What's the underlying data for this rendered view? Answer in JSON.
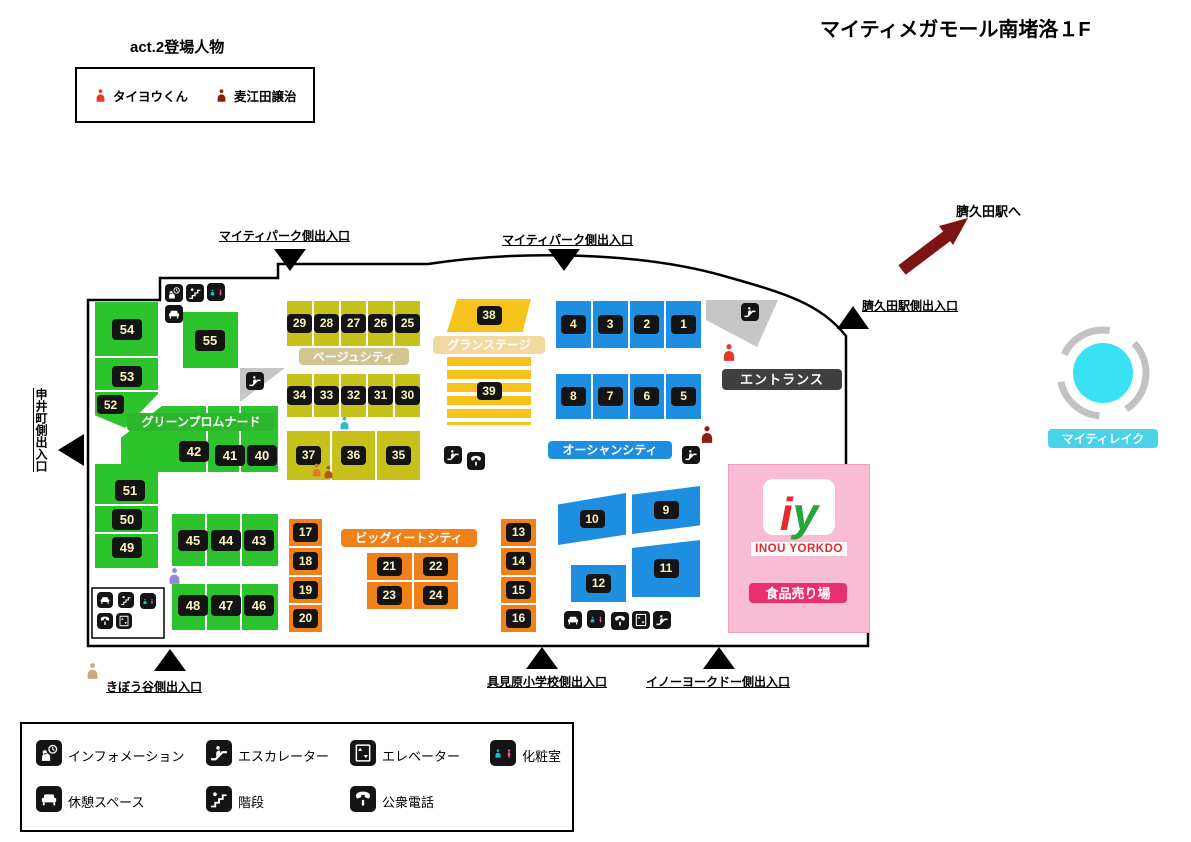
{
  "title": "マイティメガモール南堵洛１F",
  "cast": {
    "title": "act.2登場人物",
    "members": [
      {
        "name": "タイヨウくん",
        "color": "#e23a2c"
      },
      {
        "name": "麦江田譲治",
        "color": "#8e1c15"
      }
    ]
  },
  "exits": {
    "park1": "マイティパーク側出入口",
    "park2": "マイティパーク側出入口",
    "station_to": "臍久田駅へ",
    "station_side": "臍久田駅側出入口",
    "sarui": "申井町側出入口",
    "kibou": "きぼう谷側出入口",
    "gumi": "具見原小学校側出入口",
    "inou": "イノーヨークドー側出入口"
  },
  "zones": {
    "green_promenade": "グリーンプロムナード",
    "beige_city": "ベージュシティ",
    "grand_stage": "グランステージ",
    "ocean_city": "オーシャンシティ",
    "big_eat_city": "ビッグイートシティ",
    "entrance": "エントランス",
    "lake": "マイティレイク"
  },
  "yorkdo": {
    "logo_i": "i",
    "logo_y": "y",
    "name": "INOU YORKDO",
    "food_label": "食品売り場"
  },
  "units": {
    "u1": "1",
    "u2": "2",
    "u3": "3",
    "u4": "4",
    "u5": "5",
    "u6": "6",
    "u7": "7",
    "u8": "8",
    "u9": "9",
    "u10": "10",
    "u11": "11",
    "u12": "12",
    "u13": "13",
    "u14": "14",
    "u15": "15",
    "u16": "16",
    "u17": "17",
    "u18": "18",
    "u19": "19",
    "u20": "20",
    "u21": "21",
    "u22": "22",
    "u23": "23",
    "u24": "24",
    "u25": "25",
    "u26": "26",
    "u27": "27",
    "u28": "28",
    "u29": "29",
    "u30": "30",
    "u31": "31",
    "u32": "32",
    "u33": "33",
    "u34": "34",
    "u35": "35",
    "u36": "36",
    "u37": "37",
    "u38": "38",
    "u39": "39",
    "u40": "40",
    "u41": "41",
    "u42": "42",
    "u43": "43",
    "u44": "44",
    "u45": "45",
    "u46": "46",
    "u47": "47",
    "u48": "48",
    "u49": "49",
    "u50": "50",
    "u51": "51",
    "u52": "52",
    "u53": "53",
    "u54": "54",
    "u55": "55"
  },
  "legend": {
    "items": [
      {
        "icon": "information-icon",
        "label": "インフォメーション"
      },
      {
        "icon": "escalator-icon",
        "label": "エスカレーター"
      },
      {
        "icon": "elevator-icon",
        "label": "エレベーター"
      },
      {
        "icon": "restroom-icon",
        "label": "化粧室"
      },
      {
        "icon": "rest-space-icon",
        "label": "休憩スペース"
      },
      {
        "icon": "stairs-icon",
        "label": "階段"
      },
      {
        "icon": "phone-icon",
        "label": "公衆電話"
      }
    ]
  },
  "colors": {
    "green": "#2cc32c",
    "olive": "#c6c11b",
    "yellow": "#f5c31b",
    "blue": "#1e8fe0",
    "orange": "#f08018",
    "pink": "#f8bcd4",
    "food_red": "#ea2f6e",
    "lake": "#38e2f2",
    "gray": "#c6c6c6"
  }
}
